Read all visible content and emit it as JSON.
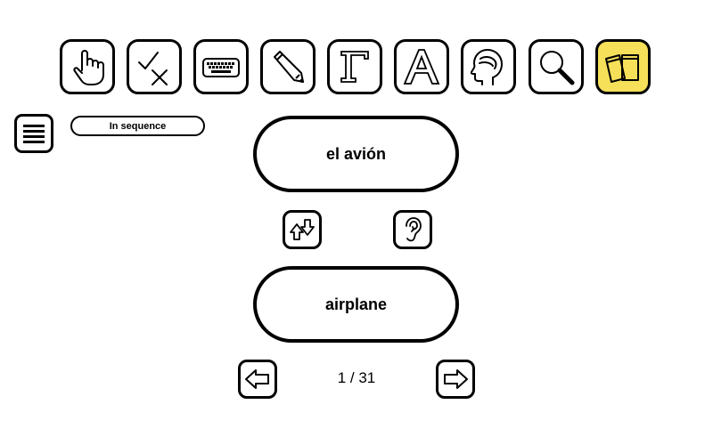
{
  "toolbar": {
    "modes": [
      {
        "icon": "hand-pointer-icon",
        "active": false
      },
      {
        "icon": "check-cross-icon",
        "active": false
      },
      {
        "icon": "keyboard-icon",
        "active": false
      },
      {
        "icon": "pencil-icon",
        "active": false
      },
      {
        "icon": "letter-r-icon",
        "active": false
      },
      {
        "icon": "letter-a-icon",
        "active": false
      },
      {
        "icon": "head-profile-icon",
        "active": false
      },
      {
        "icon": "magnifier-icon",
        "active": false
      },
      {
        "icon": "flashcards-icon",
        "active": true
      }
    ],
    "active_color": "#f6e05a"
  },
  "order_mode": {
    "label": "In sequence"
  },
  "card": {
    "front_text": "el avión",
    "back_text": "airplane"
  },
  "controls": {
    "flip_icon": "flip-arrows-icon",
    "listen_icon": "ear-icon",
    "prev_icon": "arrow-left-icon",
    "next_icon": "arrow-right-icon"
  },
  "navigation": {
    "counter": "1 / 31"
  }
}
